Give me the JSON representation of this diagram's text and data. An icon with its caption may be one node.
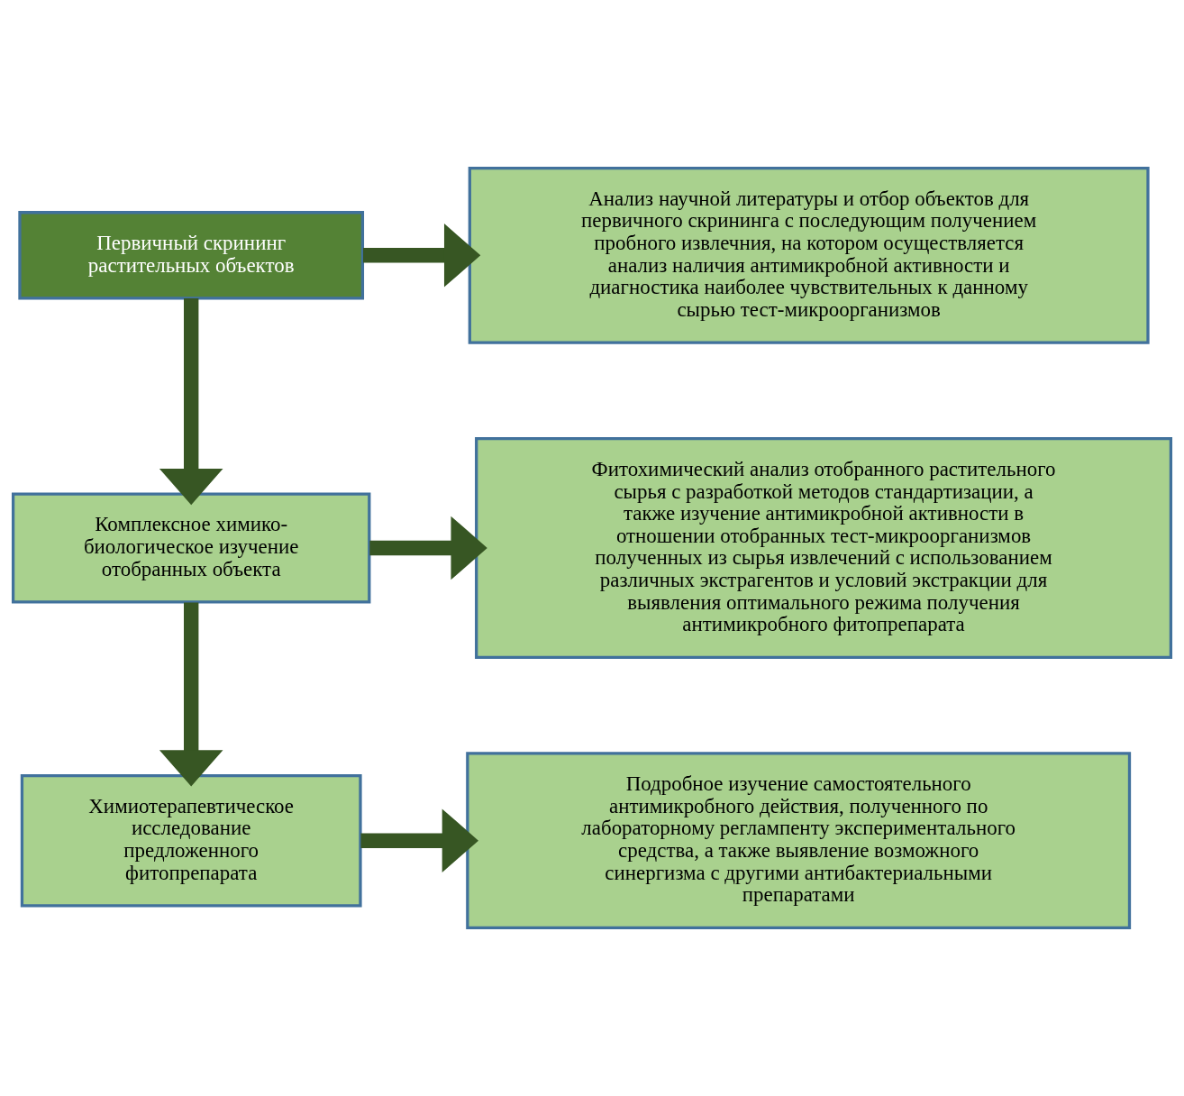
{
  "diagram": {
    "nodes": [
      {
        "text": [
          "Первичный скрининг растительных объектов"
        ]
      },
      {
        "text": [
          "Анализ научной литературы и отбор объектов для первичного скрининга с последующим получением пробного извлечния, на котором осуществляется анализ наличия антимикробной активности и диагностика наиболее чувствительных к данному сырью тест-микроорганизмов"
        ]
      },
      {
        "text": [
          "Комплексное химико-биологическое изучение отобранных объекта"
        ]
      },
      {
        "text": [
          "Фитохимический анализ отобранного растительного сырья с разработкой методов стандартизации, а также изучение антимикробной активности в отношении отобранных тест-микроорганизмов полученных из сырья извлечений с использованием различных экстрагентов и условий экстракции для выявления оптимального режима получения антимикробного фитопрепарата"
        ]
      },
      {
        "text": [
          "Химиотерапевтическое исследование предложенного фитопрепарата"
        ]
      },
      {
        "text": [
          "Подробное изучение самостоятельного антимикробного действия, полученного по лабораторному реглампенту экспериментального средства, а также выявление возможного синергизма с другими антибактериальными препаратами"
        ]
      }
    ],
    "edges": [
      {
        "from": 0,
        "to": 1,
        "arrow": "to"
      },
      {
        "from": 0,
        "to": 2,
        "arrow": "to"
      },
      {
        "from": 2,
        "to": 3,
        "arrow": "to"
      },
      {
        "from": 2,
        "to": 4,
        "arrow": "to"
      },
      {
        "from": 4,
        "to": 5,
        "arrow": "to"
      }
    ]
  }
}
